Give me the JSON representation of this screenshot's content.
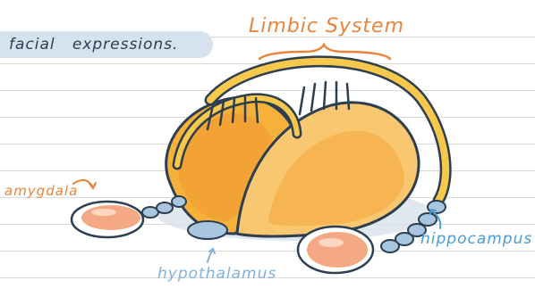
{
  "title": "Limbic System",
  "note": "facial   expressions.",
  "labels": {
    "amygdala": "amygdala",
    "hippocampus": "hippocampus",
    "hypothalamus": "hypothalamus"
  },
  "colors": {
    "ink": "#2c3e50",
    "orange": "#e8853a",
    "blue": "#4a9bd4",
    "light_blue": "#7fb1dc",
    "yellow": "#f6c84b",
    "highlight": "#d6e2ee",
    "rule_line": "#d9d9d9"
  }
}
